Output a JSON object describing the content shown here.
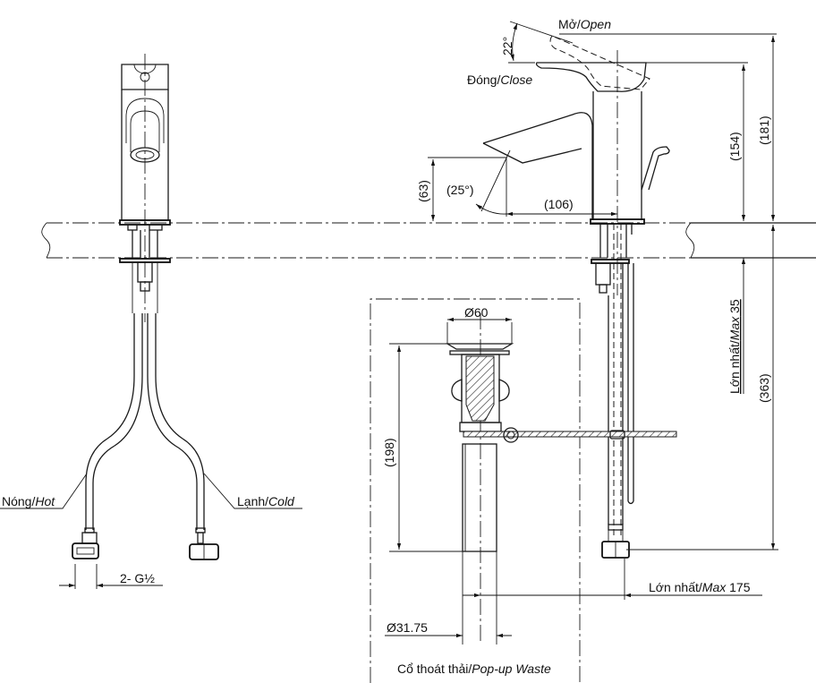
{
  "drawing": {
    "type": "technical-dimension-drawing",
    "subject": "Single-lever basin faucet with pop-up waste",
    "labels": {
      "open_vi": "Mở/",
      "open_en": "Open",
      "close_vi": "Đóng/",
      "close_en": "Close",
      "lever_angle": "22°",
      "spout_angle": "(25°)",
      "hot_vi": "Nóng/",
      "hot_en": "Hot",
      "cold_vi": "Lạnh/",
      "cold_en": "Cold",
      "thread": "2- G½",
      "max35_vi": "Lớn nhất/",
      "max35_en": "Max",
      "max35_val": " 35",
      "max175_vi": "Lớn nhất/",
      "max175_en": "Max",
      "max175_val": " 175",
      "waste_vi": "Cổ thoát thải/",
      "waste_en": "Pop-up Waste"
    },
    "dimensions": {
      "spout_height": "(63)",
      "spout_reach": "(106)",
      "body_height": "(154)",
      "total_height_lever": "(181)",
      "total_length": "(363)",
      "waste_height": "(198)",
      "waste_flange_dia": "Ø60",
      "waste_pipe_dia": "Ø31.75"
    }
  }
}
